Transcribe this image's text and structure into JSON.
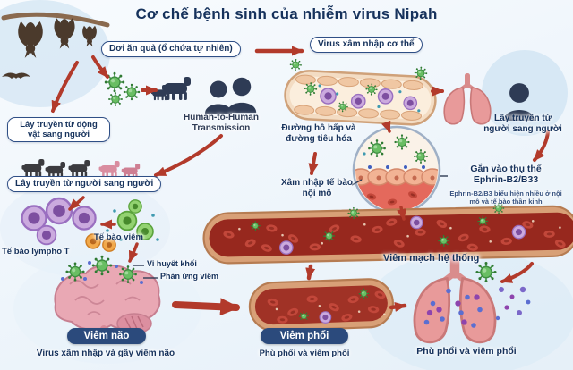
{
  "title": "Cơ chế bệnh sinh của nhiễm virus Nipah",
  "labels": {
    "bat_box": "Dơi ăn quả (ổ chứa tự nhiên)",
    "entry_box": "Virus xâm nhập cơ thể",
    "animal_box": "Lây truyền từ động vật sang người",
    "h2h": "Human-to-Human Transmission",
    "p2p_left": "Lây truyền từ người sang người",
    "p2p_right": "Lây truyền từ người sang người",
    "resp": "Đường hô hấp và đường tiêu hóa",
    "endo": "Xâm nhập tế bào nội mô",
    "receptor_l1": "Gắn vào thụ thể",
    "receptor_l2": "Ephrin-B2/B33",
    "receptor_note": "Ephrin-B2/B3 biểu hiện nhiều ở nội mô và tế bào thần kinh",
    "t_lympho": "Tế bào lympho T",
    "inflam_cells": "Tế bào viêm",
    "microthrombi": "Vi huyết khối",
    "inflam_resp": "Phản ứng viêm",
    "vasculitis": "Viêm mạch hệ thống",
    "enceph_badge": "Viêm não",
    "enceph_caption": "Virus xâm nhập và gây viêm não",
    "pneumonia_badge": "Viêm phổi",
    "pneumonia_caption": "Phù phổi và viêm phổi",
    "edema_caption": "Phù phổi và viêm phổi"
  },
  "colors": {
    "title_text": "#16325c",
    "box_border": "#2f4f86",
    "badge_bg": "#2b4a7c",
    "arrow_red": "#b23a2b",
    "virus_green": "#69be63",
    "background": "#eef5fb"
  }
}
